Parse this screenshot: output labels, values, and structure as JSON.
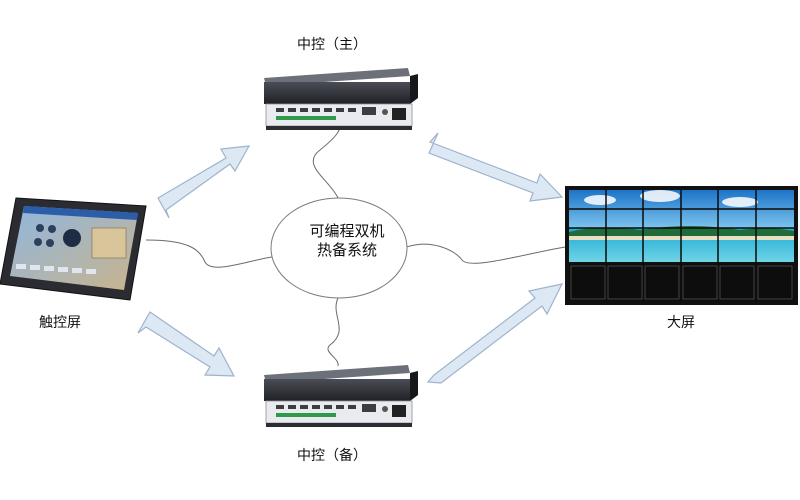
{
  "diagram": {
    "nodes": {
      "master": {
        "label": "中控（主）"
      },
      "backup": {
        "label": "中控（备）"
      },
      "touch": {
        "label": "触控屏"
      },
      "screen": {
        "label": "大屏"
      },
      "center": {
        "line1": "可编程双机",
        "line2": "热备系统"
      }
    },
    "edges": [
      {
        "from": "touch",
        "to": "master",
        "type": "arrow"
      },
      {
        "from": "touch",
        "to": "backup",
        "type": "arrow"
      },
      {
        "from": "master",
        "to": "screen",
        "type": "arrow"
      },
      {
        "from": "backup",
        "to": "screen",
        "type": "arrow"
      },
      {
        "from": "center",
        "to": "master",
        "type": "cable"
      },
      {
        "from": "center",
        "to": "backup",
        "type": "cable"
      },
      {
        "from": "center",
        "to": "touch",
        "type": "cable"
      },
      {
        "from": "center",
        "to": "screen",
        "type": "cable"
      }
    ],
    "colors": {
      "arrow_fill": "#dde8f5",
      "arrow_stroke": "#9fb3cc",
      "device_body": "#2b2d33",
      "device_front": "#e9ebee",
      "wall_frame": "#111111",
      "sky": "#2c8fd8",
      "sea": "#27b5d6",
      "sand": "#e9dfc2"
    }
  }
}
